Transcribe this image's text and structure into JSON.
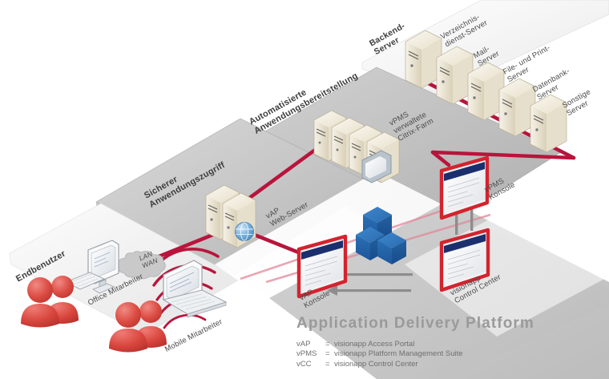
{
  "diagram": {
    "title": "Application Delivery Platform",
    "zones": [
      {
        "id": "endusers",
        "label": "Endbenutzer"
      },
      {
        "id": "access",
        "label": "Sicherer\nAnwendungszugriff"
      },
      {
        "id": "provision",
        "label": "Automatisierte\nAnwendungsbereitstellung"
      },
      {
        "id": "backend",
        "label": "Backend-\nServer"
      }
    ],
    "nodes": [
      {
        "id": "office-worker",
        "label": "Office Mitarbeiter",
        "type": "desktop-pc"
      },
      {
        "id": "mobile-worker",
        "label": "Mobile Mitarbeiter",
        "type": "laptop"
      },
      {
        "id": "users-office",
        "label": "",
        "type": "users-icon"
      },
      {
        "id": "users-mobile",
        "label": "",
        "type": "users-icon"
      },
      {
        "id": "network-cloud",
        "label": "LAN\nWAN",
        "type": "cloud"
      },
      {
        "id": "vap-web-server",
        "label": "vAP\nWeb-Server",
        "type": "server-pair"
      },
      {
        "id": "citrix-farm",
        "label": "vPMS\nverwaltete\nCitrix-Farm",
        "type": "server-farm"
      },
      {
        "id": "dir-server",
        "label": "Verzeichnis-\ndienst-Server",
        "type": "server"
      },
      {
        "id": "mail-server",
        "label": "Mail-\nServer",
        "type": "server"
      },
      {
        "id": "fileprint-server",
        "label": "File- und Print-\nServer",
        "type": "server"
      },
      {
        "id": "db-server",
        "label": "Datenbank-\nServer",
        "type": "server"
      },
      {
        "id": "other-server",
        "label": "Sonstige\nServer",
        "type": "server"
      },
      {
        "id": "vap-console",
        "label": "vAP\nKonsole",
        "type": "console-screen"
      },
      {
        "id": "vpms-console",
        "label": "vPMS\nKonsole",
        "type": "console-screen"
      },
      {
        "id": "vcc-console",
        "label": "visionapp\nControl Center",
        "type": "console-screen"
      },
      {
        "id": "cubes",
        "label": "",
        "type": "cube-stack"
      }
    ],
    "legend": [
      {
        "abbr": "vAP",
        "eq": "=",
        "text": "visionapp Access Portal"
      },
      {
        "abbr": "vPMS",
        "eq": "=",
        "text": "visionapp Platform Management Suite"
      },
      {
        "abbr": "vCC",
        "eq": "=",
        "text": "visionapp Control Center"
      }
    ],
    "colors": {
      "network_line": "#B9143C",
      "console_frame": "#D4232E",
      "cube_blue": "#2A6FB5",
      "user_red": "#D8413C",
      "server_face": "#EFE9DA",
      "plane_gray": "#BFBFBF",
      "title_gray": "#9A9A9A",
      "background": "#FFFFFF"
    }
  }
}
